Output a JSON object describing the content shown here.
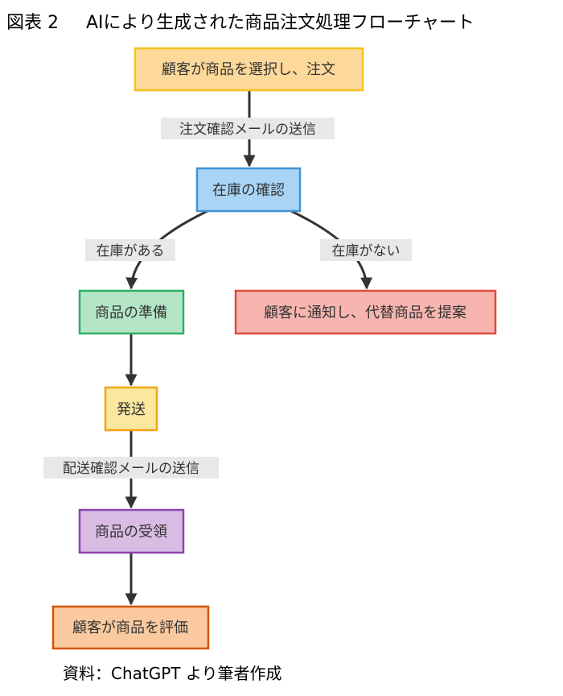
{
  "figure": {
    "number": "図表 2",
    "title": "AIにより生成された商品注文処理フローチャート"
  },
  "nodes": {
    "order": {
      "label": "顧客が商品を選択し、注文",
      "fill": "#FCD99A",
      "stroke": "#F2C31F"
    },
    "stock_check": {
      "label": "在庫の確認",
      "fill": "#A9D4F5",
      "stroke": "#3F93D6"
    },
    "prepare": {
      "label": "商品の準備",
      "fill": "#B4E6C6",
      "stroke": "#2EB062"
    },
    "notify": {
      "label": "顧客に通知し、代替商品を提案",
      "fill": "#F7B5B0",
      "stroke": "#E04B3C"
    },
    "ship": {
      "label": "発送",
      "fill": "#FBE79E",
      "stroke": "#F2A516"
    },
    "receive": {
      "label": "商品の受領",
      "fill": "#D8BCE3",
      "stroke": "#8E44AD"
    },
    "review": {
      "label": "顧客が商品を評価",
      "fill": "#FAC9A0",
      "stroke": "#D35400"
    }
  },
  "edges": {
    "order_to_stock": {
      "label": "注文確認メールの送信"
    },
    "stock_to_prepare": {
      "label": "在庫がある"
    },
    "stock_to_notify": {
      "label": "在庫がない"
    },
    "ship_to_receive": {
      "label": "配送確認メールの送信"
    }
  },
  "colors": {
    "edge_line": "#333333",
    "edge_label_bg": "#E8E8E8"
  },
  "source_note": "資料：ChatGPT より筆者作成"
}
